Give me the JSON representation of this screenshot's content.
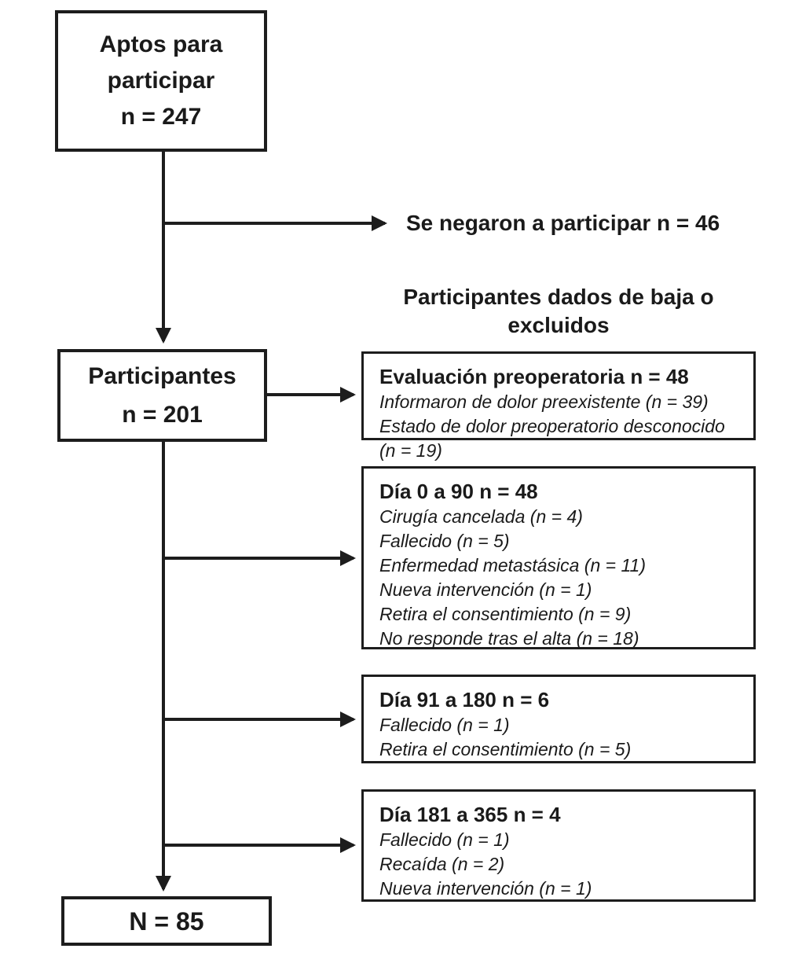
{
  "diagram": {
    "colors": {
      "line": "#1d1d1d",
      "text": "#1a1a1a",
      "background": "#ffffff"
    },
    "eligible_box": {
      "title": "Aptos para participar",
      "count": "n = 247"
    },
    "declined_label": "Se negaron a participar n = 46",
    "exclusions_heading": "Participantes dados de baja o excluidos",
    "participants_box": {
      "title": "Participantes",
      "count": "n = 201"
    },
    "final_box": {
      "count": "N = 85"
    },
    "exclusion_boxes": [
      {
        "title": "Evaluación preoperatoria n = 48",
        "items": [
          "Informaron de dolor preexistente (n = 39)",
          "Estado de dolor preoperatorio desconocido (n = 19)"
        ]
      },
      {
        "title": "Día 0 a 90 n = 48",
        "items": [
          "Cirugía cancelada (n = 4)",
          "Fallecido (n = 5)",
          "Enfermedad metastásica (n = 11)",
          "Nueva intervención (n = 1)",
          "Retira el consentimiento (n = 9)",
          "No responde tras el alta (n = 18)"
        ]
      },
      {
        "title": "Día 91 a 180 n = 6",
        "items": [
          "Fallecido (n = 1)",
          "Retira el consentimiento (n = 5)"
        ]
      },
      {
        "title": "Día 181 a 365 n = 4",
        "items": [
          "Fallecido (n = 1)",
          "Recaída (n = 2)",
          "Nueva intervención (n = 1)"
        ]
      }
    ]
  }
}
